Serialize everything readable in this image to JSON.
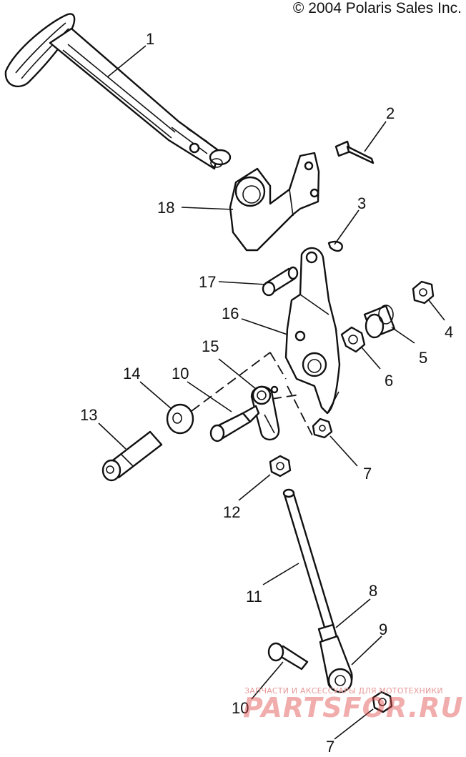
{
  "header": {
    "copyright": "© 2004 Polaris Sales Inc."
  },
  "watermark": {
    "line1": "ЗАПЧАСТИ И АКСЕССУАРЫ ДЛЯ МОТОТЕХНИКИ",
    "line2": "PARTSFOR.RU"
  },
  "callouts": {
    "c1": "1",
    "c2": "2",
    "c3": "3",
    "c4": "4",
    "c5": "5",
    "c6": "6",
    "c7a": "7",
    "c7b": "7",
    "c8": "8",
    "c9": "9",
    "c10a": "10",
    "c10b": "10",
    "c11": "11",
    "c12": "12",
    "c13": "13",
    "c14": "14",
    "c15": "15",
    "c16": "16",
    "c17": "17",
    "c18": "18"
  }
}
